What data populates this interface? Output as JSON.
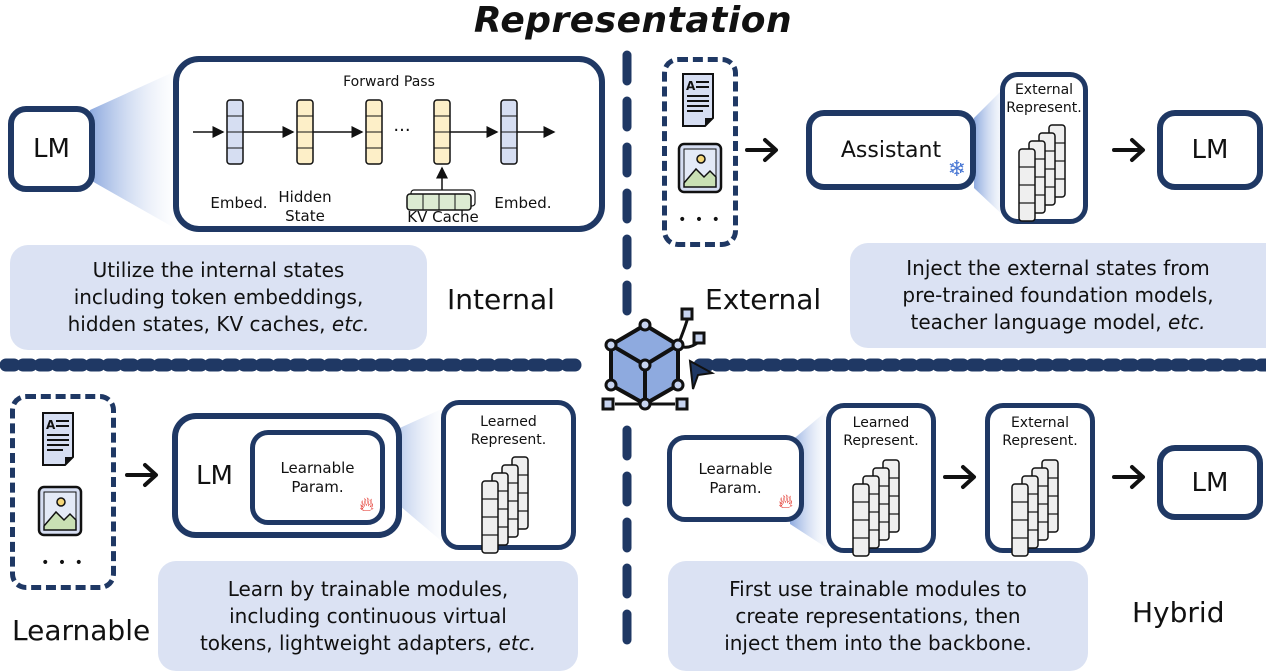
{
  "title": "Representation",
  "quadrants": {
    "internal": {
      "label": "Internal",
      "lm_label": "LM",
      "forward_pass_label": "Forward Pass",
      "stage_labels": [
        "Embed.",
        "Hidden\nState",
        "KV Cache",
        "Embed."
      ],
      "description": "Utilize the internal states\nincluding token embeddings,\nhidden states, KV caches, ",
      "description_etc": "etc."
    },
    "external": {
      "label": "External",
      "input_icons": [
        "document-icon",
        "image-icon",
        "ellipsis-icon"
      ],
      "input_more": "• • •",
      "assistant_label": "Assistant",
      "frozen_icon": "snowflake-icon",
      "represent_label": "External\nRepresent.",
      "lm_label": "LM",
      "description": "Inject the external states from\npre-trained foundation models,\nteacher language model, ",
      "description_etc": "etc."
    },
    "learnable": {
      "label": "Learnable",
      "input_more": "• • •",
      "lm_label": "LM",
      "param_label": "Learnable\nParam.",
      "trainable_icon": "fire-icon",
      "represent_label": "Learned\nRepresent.",
      "description": "Learn by trainable modules,\nincluding continuous virtual\ntokens, lightweight adapters, ",
      "description_etc": "etc."
    },
    "hybrid": {
      "label": "Hybrid",
      "param_label": "Learnable\nParam.",
      "learned_label": "Learned\nRepresent.",
      "external_label": "External\nRepresent.",
      "lm_label": "LM",
      "description": "First use trainable modules to\ncreate representations, then\ninject them into the backbone."
    }
  },
  "center_icon": "cube-network-icon",
  "colors": {
    "navy": "#1f3864",
    "desc_bg": "#dbe2f3",
    "embed_fill": "#d6def2",
    "hidden_fill": "#fdefc8",
    "kv_fill": "#dcebd2",
    "rep_fill": "#efefef",
    "fire": "#e0251b",
    "snow": "#4a78d4",
    "cube": "#8eaadf"
  }
}
